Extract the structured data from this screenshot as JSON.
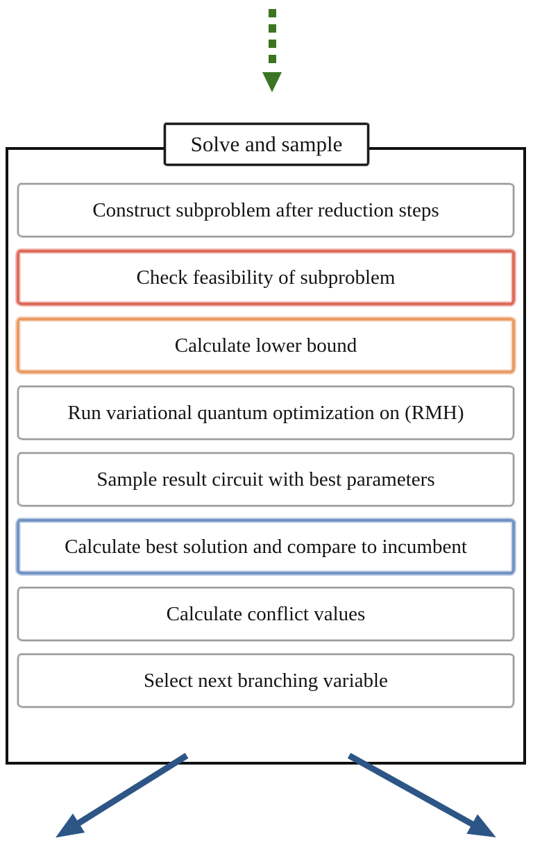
{
  "colors": {
    "green": "#3c7521",
    "red": "#de6a5a",
    "orange": "#e99b63",
    "blue": "#7093c3",
    "arrow_blue": "#2d5586",
    "gray": "#9b9b9b",
    "ink": "#141414"
  },
  "flow": {
    "entry_arrow": "dashed-down-arrow",
    "title": "Solve and sample",
    "steps": [
      {
        "label": "Construct subproblem after reduction steps",
        "accent": "gray"
      },
      {
        "label": "Check feasibility of subproblem",
        "accent": "red"
      },
      {
        "label": "Calculate lower bound",
        "accent": "orange"
      },
      {
        "label": "Run variational quantum optimization on (RMH)",
        "accent": "gray"
      },
      {
        "label": "Sample result circuit with best parameters",
        "accent": "gray"
      },
      {
        "label": "Calculate best solution and compare to incumbent",
        "accent": "blue"
      },
      {
        "label": "Calculate conflict values",
        "accent": "gray"
      },
      {
        "label": "Select next branching variable",
        "accent": "gray"
      }
    ],
    "branches": [
      {
        "name": "branch-left",
        "direction": "down-left"
      },
      {
        "name": "branch-right",
        "direction": "down-right"
      }
    ]
  }
}
